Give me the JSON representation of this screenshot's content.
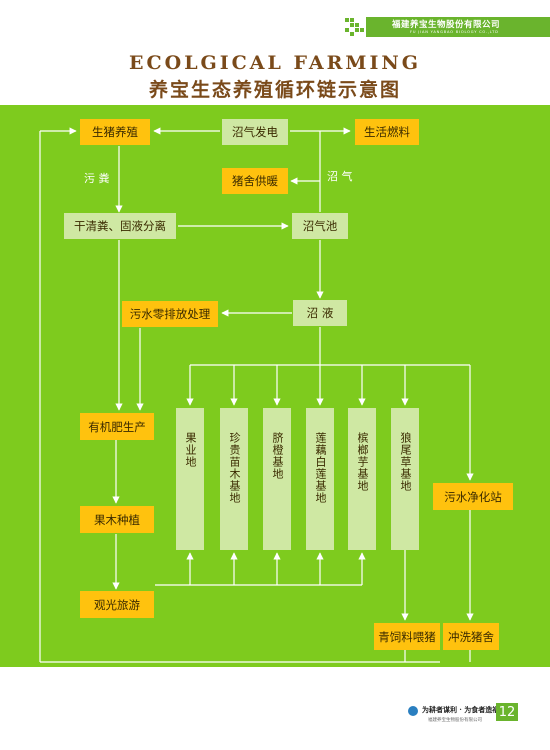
{
  "header": {
    "company_name": "福建养宝生物股份有限公司",
    "company_name_en": "FU JIAN YANGBAO BIOLOGY CO.,LTD"
  },
  "title": {
    "en": "ECOLGICAL FARMING",
    "zh": "养宝生态养殖循环链示意图"
  },
  "diagram": {
    "nodes": {
      "pig_farming": "生猪养殖",
      "biogas_power": "沼气发电",
      "domestic_fuel": "生活燃料",
      "pigsty_heating": "猪舍供暖",
      "dry_separation": "干清粪、固液分离",
      "biogas_tank": "沼气池",
      "zero_discharge": "污水零排放处理",
      "biogas_slurry": "沼 液",
      "organic_fertilizer": "有机肥生产",
      "fruit_planting": "果木种植",
      "tourism": "观光旅游",
      "sewage_station": "污水净化站",
      "green_feed": "青饲料喂猪",
      "wash_pigsty": "冲洗猪舍"
    },
    "bases": [
      "果业地",
      "珍贵苗木基地",
      "脐橙基地",
      "莲藕白莲基地",
      "槟榔芋基地",
      "狼尾草基地"
    ],
    "edge_labels": {
      "manure": "污 粪",
      "biogas": "沼 气"
    }
  },
  "footer": {
    "slogan": "为耕者谋利 · 为食者造福",
    "company_small": "福建养宝生物股份有限公司",
    "page_number": "12"
  }
}
